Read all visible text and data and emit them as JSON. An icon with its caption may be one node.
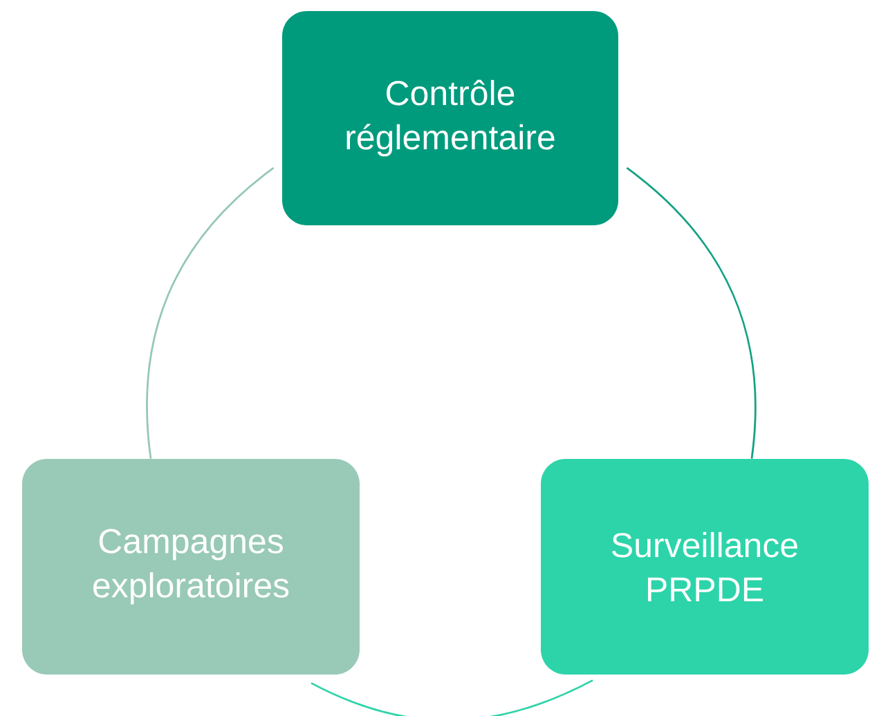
{
  "diagram": {
    "nodes": [
      {
        "text": [
          "Contrôle réglementaire"
        ]
      },
      {
        "text": [
          "Surveillance PRPDE"
        ]
      },
      {
        "text": [
          "Campagnes exploratoires"
        ]
      }
    ],
    "edges": [
      {
        "from": 0,
        "to": 1,
        "arrow": "none",
        "color": "#13a183"
      },
      {
        "from": 1,
        "to": 2,
        "arrow": "none",
        "color": "#2dd4a8"
      },
      {
        "from": 2,
        "to": 0,
        "arrow": "none",
        "color": "#96c8b6"
      }
    ]
  }
}
